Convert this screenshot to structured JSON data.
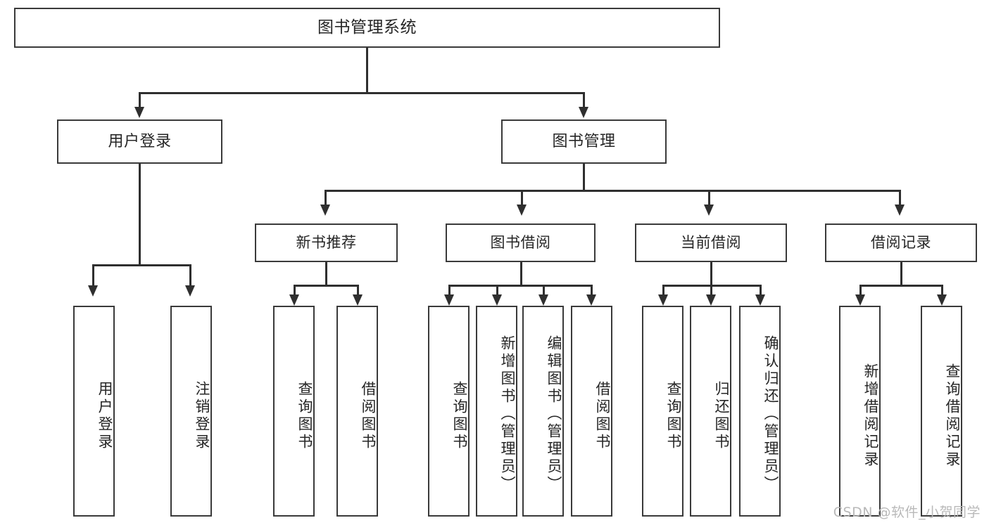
{
  "diagram": {
    "title": "图书管理系统",
    "type": "tree",
    "root": {
      "label": "图书管理系统"
    },
    "level2": [
      {
        "id": "user-login",
        "label": "用户登录"
      },
      {
        "id": "book-manage",
        "label": "图书管理"
      }
    ],
    "level3": [
      {
        "id": "new-book-recommend",
        "label": "新书推荐"
      },
      {
        "id": "book-borrow",
        "label": "图书借阅"
      },
      {
        "id": "current-borrow",
        "label": "当前借阅"
      },
      {
        "id": "borrow-record",
        "label": "借阅记录"
      }
    ],
    "leaves": {
      "user_login": [
        {
          "id": "leaf-user-login",
          "label": "用户登录"
        },
        {
          "id": "leaf-logout-login",
          "label": "注销登录"
        }
      ],
      "new_book_recommend": [
        {
          "id": "leaf-query-book-1",
          "label": "查询图书"
        },
        {
          "id": "leaf-borrow-book-1",
          "label": "借阅图书"
        }
      ],
      "book_borrow": [
        {
          "id": "leaf-query-book-2",
          "label": "查询图书"
        },
        {
          "id": "leaf-add-book",
          "label": "新增图书（管理员）"
        },
        {
          "id": "leaf-edit-book",
          "label": "编辑图书（管理员）"
        },
        {
          "id": "leaf-borrow-book-2",
          "label": "借阅图书"
        }
      ],
      "current_borrow": [
        {
          "id": "leaf-query-book-3",
          "label": "查询图书"
        },
        {
          "id": "leaf-return-book",
          "label": "归还图书"
        },
        {
          "id": "leaf-confirm-return",
          "label": "确认归还（管理员）"
        }
      ],
      "borrow_record": [
        {
          "id": "leaf-add-record",
          "label": "新增借阅记录"
        },
        {
          "id": "leaf-query-record",
          "label": "查询借阅记录"
        }
      ]
    }
  },
  "watermark": {
    "text": "CSDN @软件_小贺同学"
  },
  "colors": {
    "box_border": "#3a3a3a",
    "connector": "#2f2f2f",
    "text": "#262626",
    "background": "#ffffff",
    "watermark": "#b9b9b9"
  }
}
